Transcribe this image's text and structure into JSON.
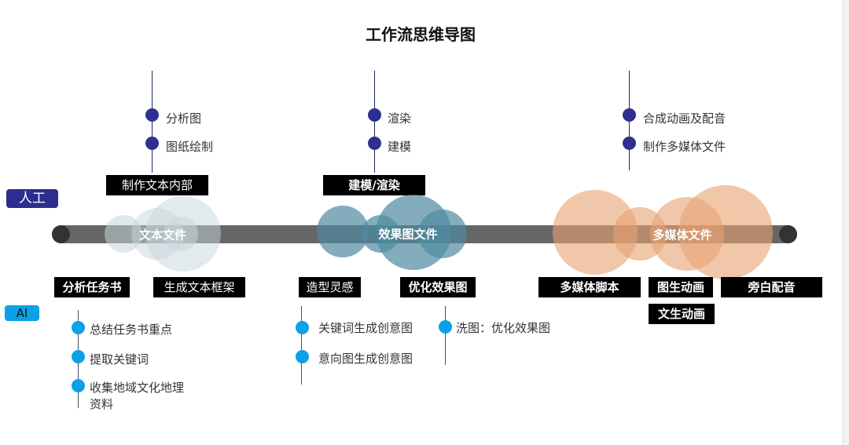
{
  "title": "工作流思维导图",
  "tags": {
    "human": "人工",
    "ai": "AI"
  },
  "stages": [
    {
      "name": "文本文件",
      "human_label": "制作文本内部",
      "human_items": [
        "分析图",
        "图纸绘制"
      ],
      "ai_labels": [
        "分析任务书",
        "生成文本框架"
      ],
      "ai_items_a": [
        "总结任务书重点",
        "提取关键词",
        "收集地域文化地理资料"
      ],
      "ai_items_b": []
    },
    {
      "name": "效果图文件",
      "human_label": "建模/渲染",
      "human_items": [
        "渲染",
        "建模"
      ],
      "ai_labels": [
        "造型灵感",
        "优化效果图"
      ],
      "ai_items_a": [
        "关键词生成创意图",
        "意向图生成创意图"
      ],
      "ai_items_b": [
        "洗图：优化效果图"
      ]
    },
    {
      "name": "多媒体文件",
      "human_label": "",
      "human_items": [
        "合成动画及配音",
        "制作多媒体文件"
      ],
      "ai_labels": [
        "多媒体脚本",
        "图生动画",
        "文生动画",
        "旁白配音"
      ],
      "ai_items_a": [],
      "ai_items_b": []
    }
  ],
  "colors": {
    "human": "#2b2e8f",
    "ai": "#0aa1e6",
    "stage1": "#c8d6dc",
    "stage2": "#4f8aa0",
    "stage3": "#e8a272"
  }
}
